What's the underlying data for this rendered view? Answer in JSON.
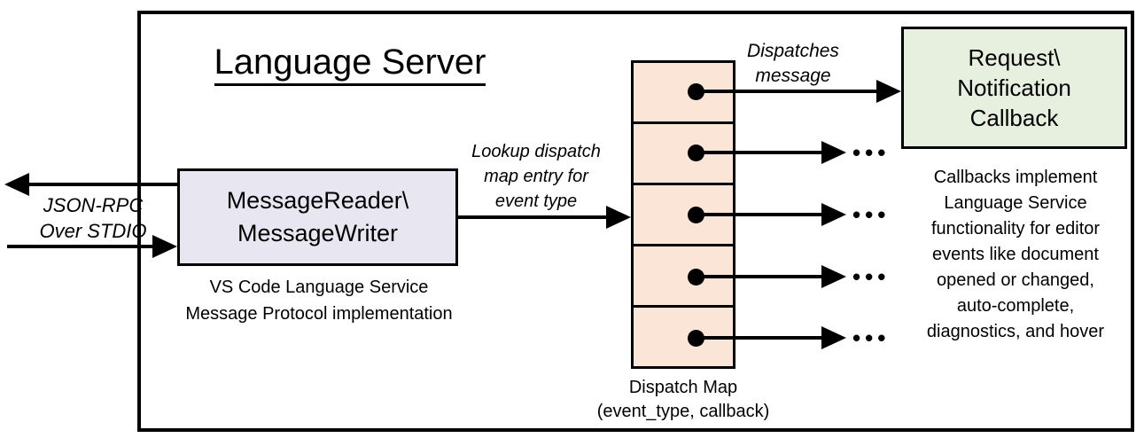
{
  "colors": {
    "line": "#000000",
    "reader_fill": "#E8E6F0",
    "map_fill": "#FBE5D6",
    "callback_fill": "#E7EFDE"
  },
  "diagram": {
    "title": "Language Server",
    "io_label": {
      "line1": "JSON-RPC",
      "line2": "Over STDIO"
    },
    "reader_box": {
      "line1": "MessageReader\\",
      "line2": "MessageWriter"
    },
    "reader_caption": {
      "line1": "VS Code Language Service",
      "line2": "Message Protocol implementation"
    },
    "lookup_label": {
      "line1": "Lookup dispatch",
      "line2": "map entry for",
      "line3": "event type"
    },
    "dispatch_label": {
      "line1": "Dispatches",
      "line2": "message"
    },
    "callback_box": {
      "line1": "Request\\",
      "line2": "Notification",
      "line3": "Callback"
    },
    "callback_note": {
      "lines": [
        "Callbacks implement",
        "Language Service",
        "functionality for editor",
        "events like document",
        "opened or changed,",
        "auto-complete,",
        "diagnostics, and hover"
      ]
    },
    "map_caption": {
      "line1": "Dispatch Map",
      "line2": "(event_type, callback)"
    },
    "dispatch_map": {
      "rows": 5,
      "ellipsis": "•••"
    }
  }
}
